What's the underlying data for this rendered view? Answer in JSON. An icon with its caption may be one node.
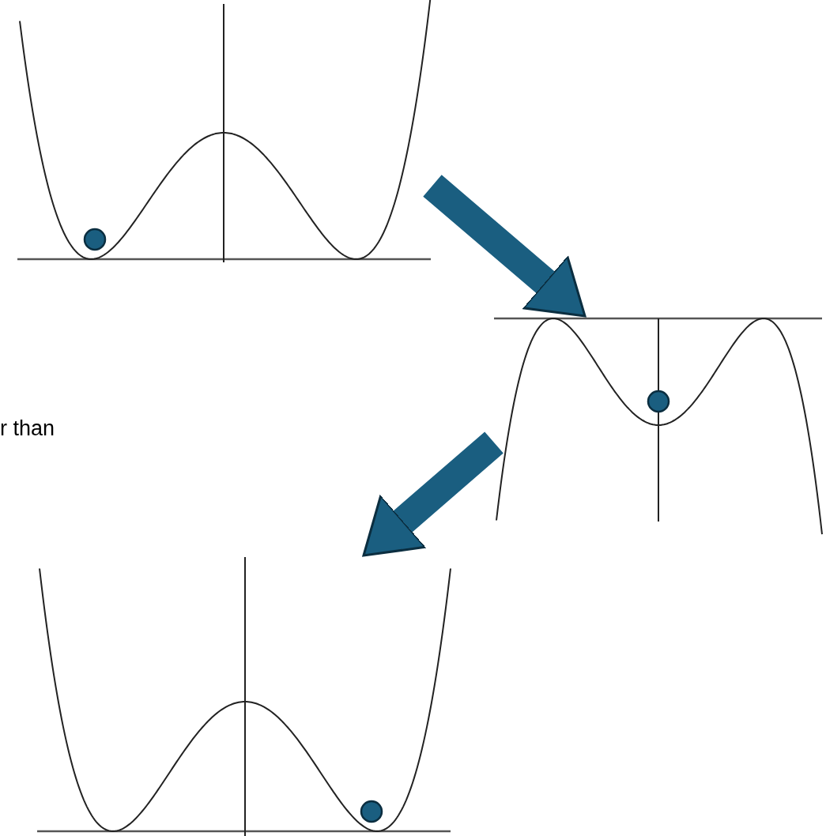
{
  "diagram": {
    "nodes": [
      {
        "text": [],
        "shape": "picture"
      },
      {
        "text": [],
        "shape": "picture"
      },
      {
        "text": [],
        "shape": "picture"
      }
    ],
    "edges": [
      {
        "from": 0,
        "to": 1,
        "arrow": "to"
      },
      {
        "from": 1,
        "to": 2,
        "arrow": "to"
      }
    ],
    "labels": [
      "r than"
    ]
  }
}
